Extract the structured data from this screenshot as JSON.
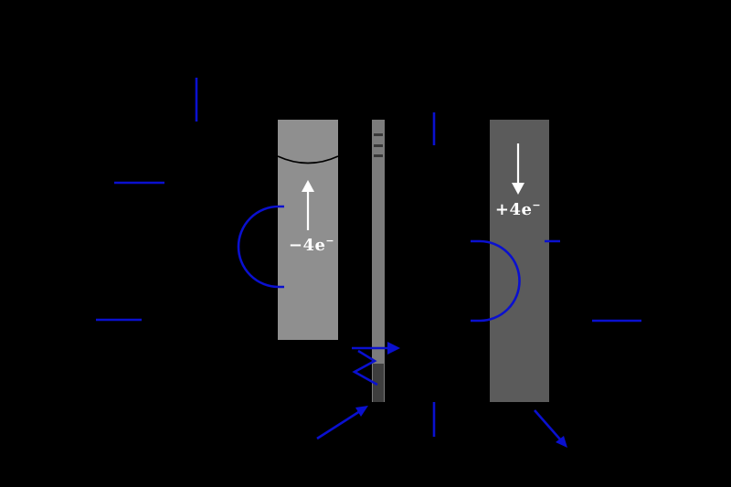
{
  "diagram": {
    "kind": "electrochemical-cell-diagram",
    "electron_labels": {
      "anode": {
        "main": "−4e",
        "sup": "−"
      },
      "cathode": {
        "main": "+4e",
        "sup": "−"
      }
    },
    "arrows": {
      "anode_electron_arrow_direction": "up",
      "cathode_electron_arrow_direction": "down"
    }
  },
  "colors": {
    "background": "#000000",
    "anode_fill": "#8f8f8f",
    "electrolyte_fill": "#7c7c7c",
    "cathode_fill": "#5b5b5b",
    "wire_blue": "#0a10cf",
    "arrow_white": "#ffffff",
    "line_black": "#000000"
  }
}
